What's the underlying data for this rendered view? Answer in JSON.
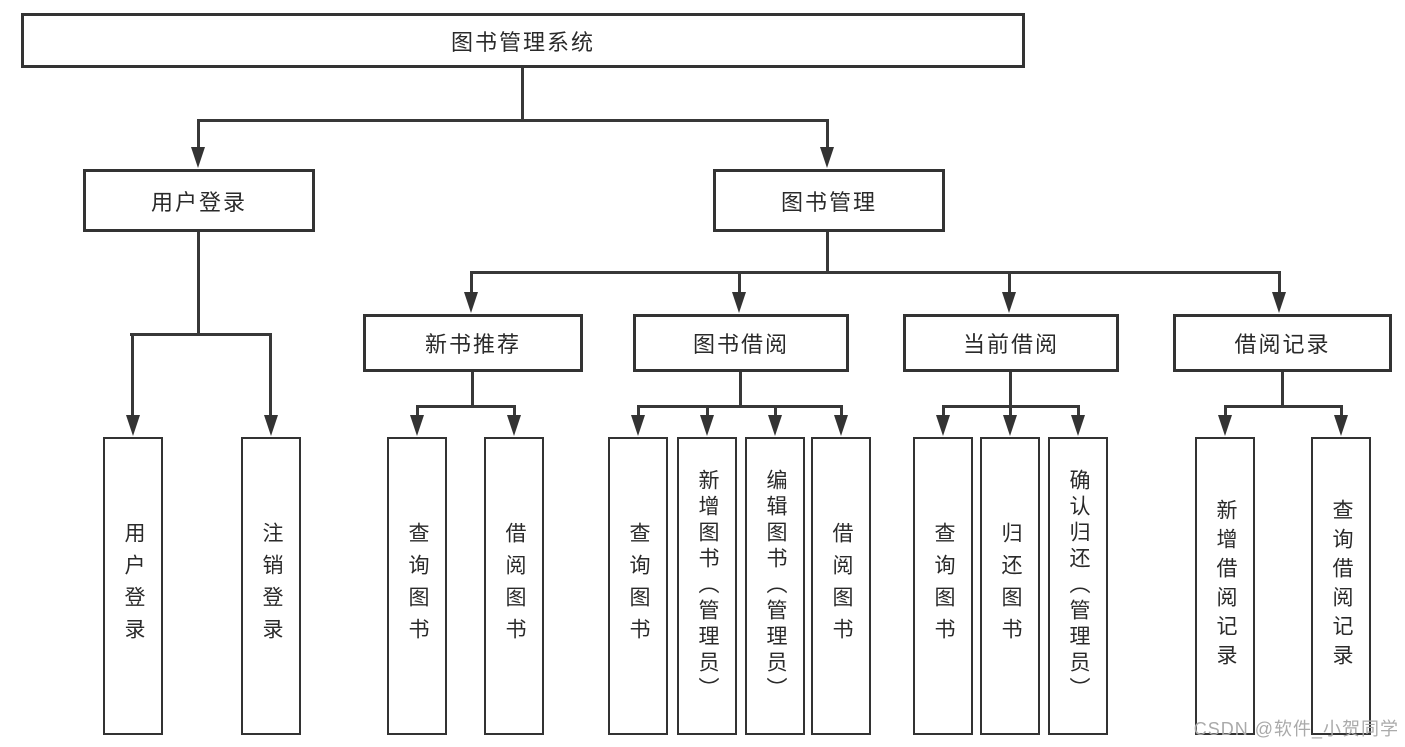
{
  "tree": {
    "label": "图书管理系统",
    "children": [
      {
        "label": "用户登录",
        "children": [
          {
            "label": "用户登录"
          },
          {
            "label": "注销登录"
          }
        ]
      },
      {
        "label": "图书管理",
        "children": [
          {
            "label": "新书推荐",
            "children": [
              {
                "label": "查询图书"
              },
              {
                "label": "借阅图书"
              }
            ]
          },
          {
            "label": "图书借阅",
            "children": [
              {
                "label": "查询图书"
              },
              {
                "label": "新增图书（管理员）"
              },
              {
                "label": "编辑图书（管理员）"
              },
              {
                "label": "借阅图书"
              }
            ]
          },
          {
            "label": "当前借阅",
            "children": [
              {
                "label": "查询图书"
              },
              {
                "label": "归还图书"
              },
              {
                "label": "确认归还（管理员）"
              }
            ]
          },
          {
            "label": "借阅记录",
            "children": [
              {
                "label": "新增借阅记录"
              },
              {
                "label": "查询借阅记录"
              }
            ]
          }
        ]
      }
    ]
  },
  "watermark": {
    "text": "CSDN @软件_小贺同学"
  },
  "colors": {
    "background": "#ffffff",
    "box_border": "#333333",
    "connector_line": "#383838",
    "text": "#2a2a2a",
    "watermark_text": "#aaaaaa"
  }
}
